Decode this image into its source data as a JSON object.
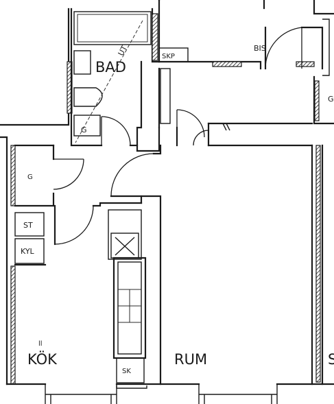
{
  "labels": {
    "bad": "BAD",
    "kok": "KÖK",
    "rum": "RUM",
    "skp": "SKP",
    "bis": "BIS",
    "st": "ST",
    "kyl": "KYL",
    "sk": "SK",
    "g_bath": "G",
    "g_hall": "G",
    "g_right": "G",
    "ut": "UT",
    "edge_s": "S",
    "tick": "ll"
  }
}
